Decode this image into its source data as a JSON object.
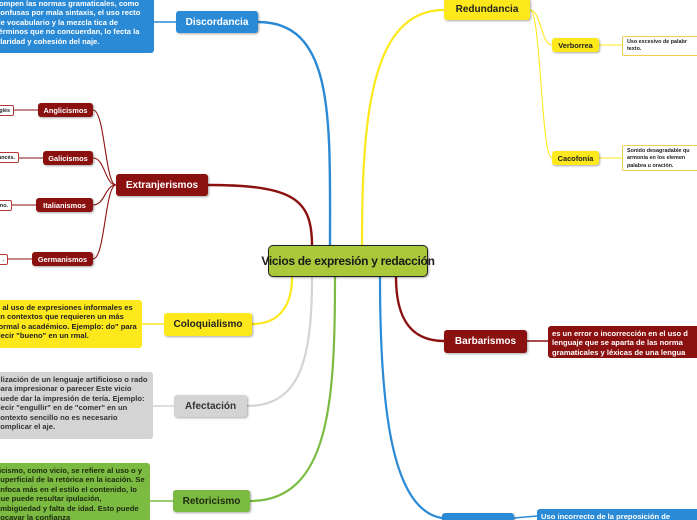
{
  "colors": {
    "blue": "#2a8ad6",
    "red_dark": "#8b1111",
    "yellow": "#fce81b",
    "gray": "#d4d4d4",
    "green": "#7cbb41",
    "central_fill": "#a9c83a"
  },
  "central": {
    "label": "Vicios de expresión y redacción"
  },
  "left": {
    "discordancia": {
      "label": "Discordancia",
      "desc": "rompen las normas gramaticales, como confusas por mala sintaxis, el uso recto de vocabulario y la mezcla tica de términos que no concuerdan, lo fecta la claridad y cohesión del naje."
    },
    "extranjerismos": {
      "label": "Extranjerismos",
      "children": [
        {
          "label": "Anglicismos",
          "leaf": "glés"
        },
        {
          "label": "Galicismos",
          "leaf": "ancés."
        },
        {
          "label": "Italianismos",
          "leaf": "no."
        },
        {
          "label": "Germanismos",
          "leaf": "."
        }
      ]
    },
    "coloquialismo": {
      "label": "Coloquialismo",
      "desc": "e al uso de expresiones informales es en contextos que requieren un más formal o académico. Ejemplo: do\" para decir \"bueno\" en un rmal."
    },
    "afectacion": {
      "label": "Afectación",
      "desc": "tilización de un lenguaje artificioso o rado para impresionar o parecer Este vicio puede dar la impresión de tería. Ejemplo: decir \"engullir\" en de \"comer\" en un contexto sencillo no es necesario complicar el aje."
    },
    "retoricismo": {
      "label": "Retoricismo",
      "desc": "ricismo, como vicio, se refiere al uso o y superficial de la retórica en la icación. Se enfoca más en el estilo el contenido, lo que puede resultar ipulación, ambigüedad y falta de idad. Esto puede socavar la confianza"
    }
  },
  "right": {
    "redundancia": {
      "label": "Redundancia",
      "children": [
        {
          "label": "Verborrea",
          "desc": "Uso excesivo de palabr texto."
        },
        {
          "label": "Cacofonía",
          "desc": "Sonido desagradable qu armonía en los elemen palabra u oración."
        }
      ]
    },
    "barbarismos": {
      "label": "Barbarismos",
      "desc": "es un error o incorrección en el uso d lenguaje que se aparta de las norma gramaticales y léxicas de una lengua"
    },
    "bottom": {
      "desc": "Uso incorrecto de la preposición de"
    }
  }
}
